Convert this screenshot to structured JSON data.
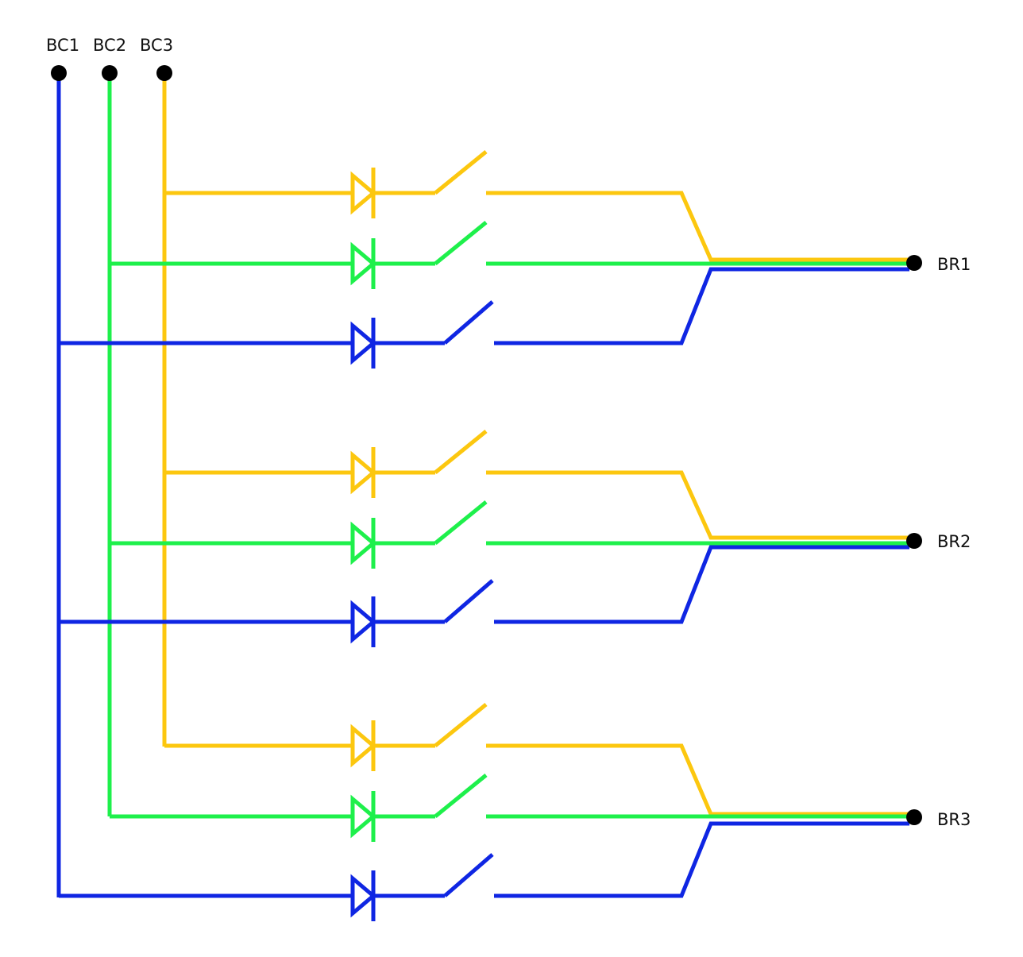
{
  "diagram": {
    "columns": [
      {
        "label": "BC1",
        "color": "#0f26e3"
      },
      {
        "label": "BC2",
        "color": "#1ef04b"
      },
      {
        "label": "BC3",
        "color": "#fcc70f"
      }
    ],
    "rows": [
      {
        "label": "BR1"
      },
      {
        "label": "BR2"
      },
      {
        "label": "BR3"
      }
    ],
    "node_color": "#000000"
  }
}
